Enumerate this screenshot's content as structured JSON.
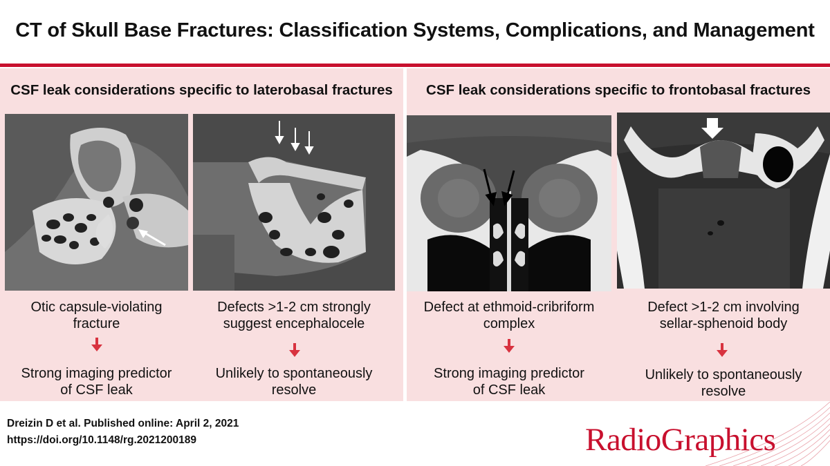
{
  "title": "CT of Skull Base Fractures: Classification Systems, Complications, and Management",
  "left_panel": {
    "heading": "CSF leak considerations specific to laterobasal fractures",
    "columns": [
      {
        "finding": [
          "Otic capsule-violating",
          "fracture"
        ],
        "outcome": [
          "Strong imaging predictor",
          "of CSF leak"
        ]
      },
      {
        "finding": [
          "Defects >1-2 cm strongly",
          "suggest encephalocele"
        ],
        "outcome": [
          "Unlikely to spontaneously",
          "resolve"
        ]
      }
    ]
  },
  "right_panel": {
    "heading": "CSF leak considerations specific to frontobasal fractures",
    "columns": [
      {
        "finding": [
          "Defect at ethmoid-cribriform",
          "complex"
        ],
        "outcome": [
          "Strong imaging predictor",
          "of  CSF leak"
        ]
      },
      {
        "finding": [
          "Defect >1-2 cm involving",
          "sellar-sphenoid body"
        ],
        "outcome": [
          "Unlikely to spontaneously",
          "resolve"
        ]
      }
    ]
  },
  "citation": {
    "line1": "Dreizin D et al. Published online: April 2, 2021",
    "line2": "https://doi.org/10.1148/rg.2021200189"
  },
  "logo": "RadioGraphics",
  "colors": {
    "accent": "#c8102e",
    "panel_bg": "#f9dfe0",
    "arrow": "#d8323f"
  }
}
